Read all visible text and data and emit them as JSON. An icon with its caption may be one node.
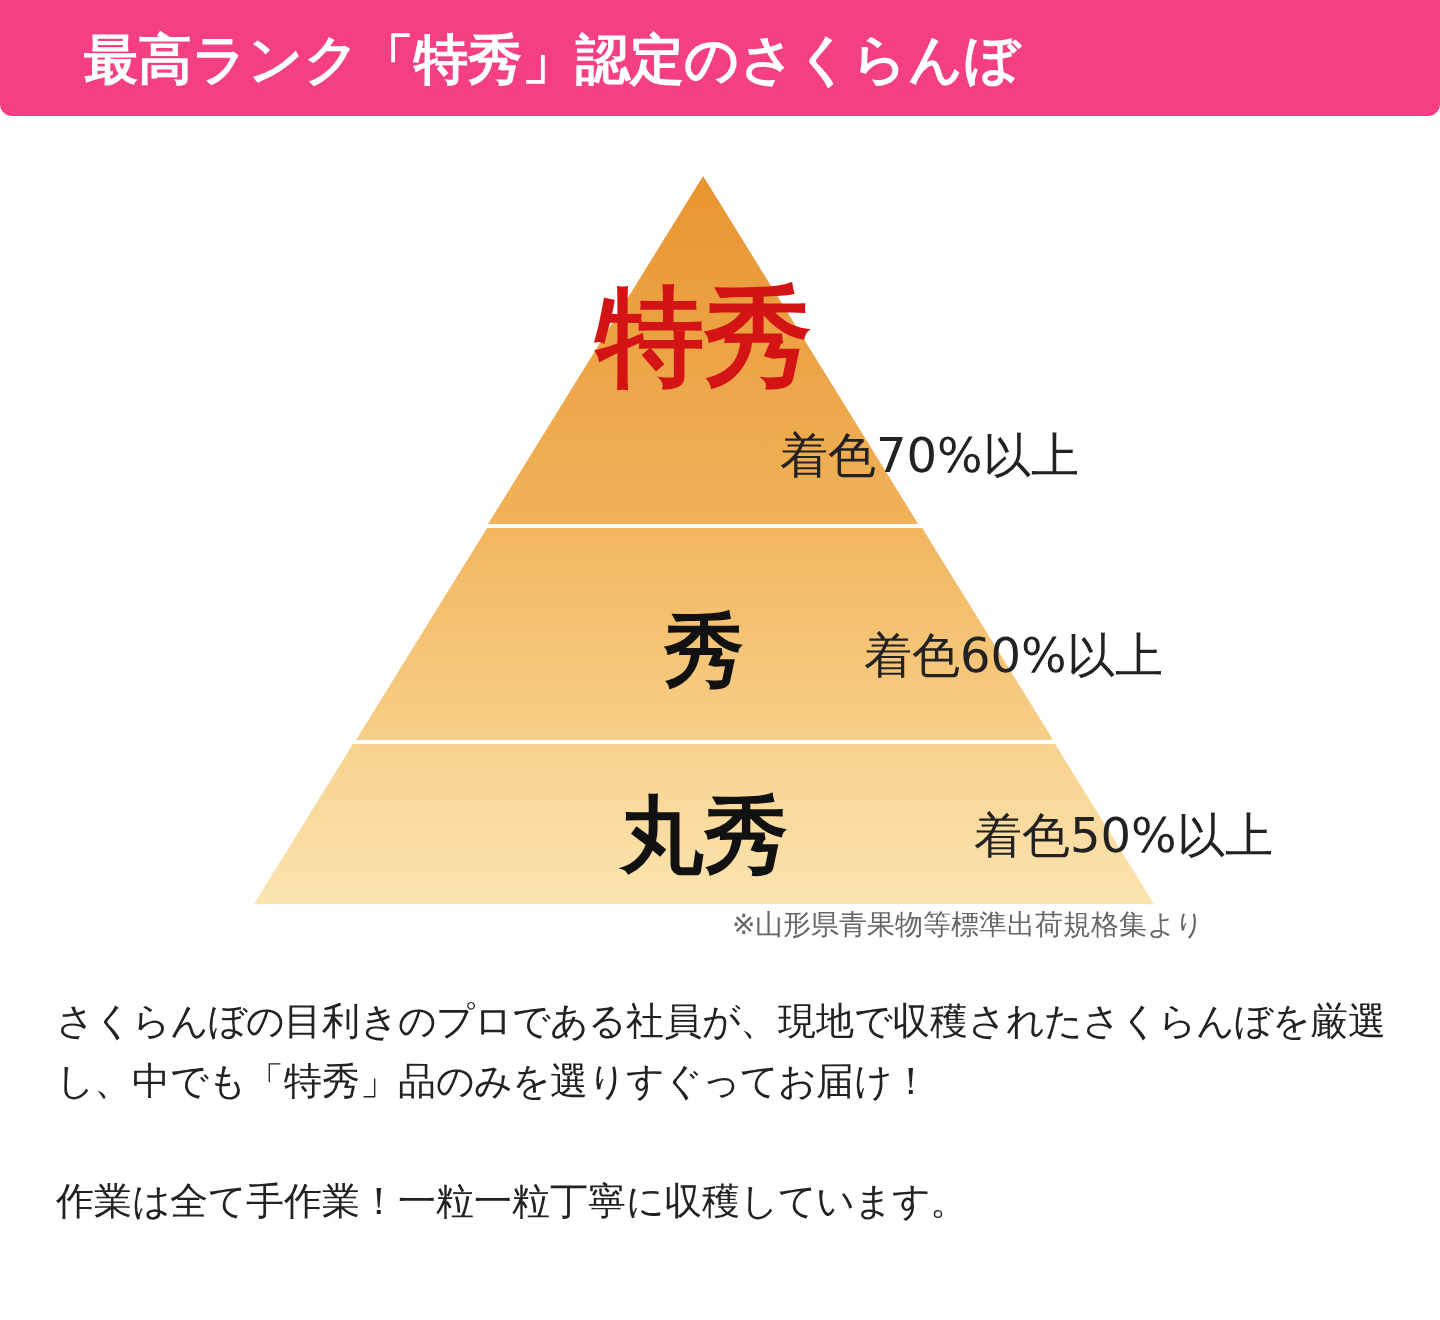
{
  "diagram": {
    "title": "最高ランク「特秀」認定のさくらんぼ",
    "nodes": [
      {
        "text": [
          "特秀"
        ],
        "beside": [
          "着色70%以上"
        ]
      },
      {
        "text": [
          "秀"
        ],
        "beside": [
          "着色60%以上"
        ]
      },
      {
        "text": [
          "丸秀"
        ],
        "beside": [
          "着色50%以上"
        ]
      }
    ],
    "edges": [],
    "labels": [
      "※山形県青果物等標準出荷規格集より",
      "さくらんぼの目利きのプロである社員が、現地で収穫されたさくらんぼを厳選し、中でも「特秀」品のみを選りすぐってお届け！",
      "作業は全て手作業！一粒一粒丁寧に収穫しています。"
    ]
  }
}
